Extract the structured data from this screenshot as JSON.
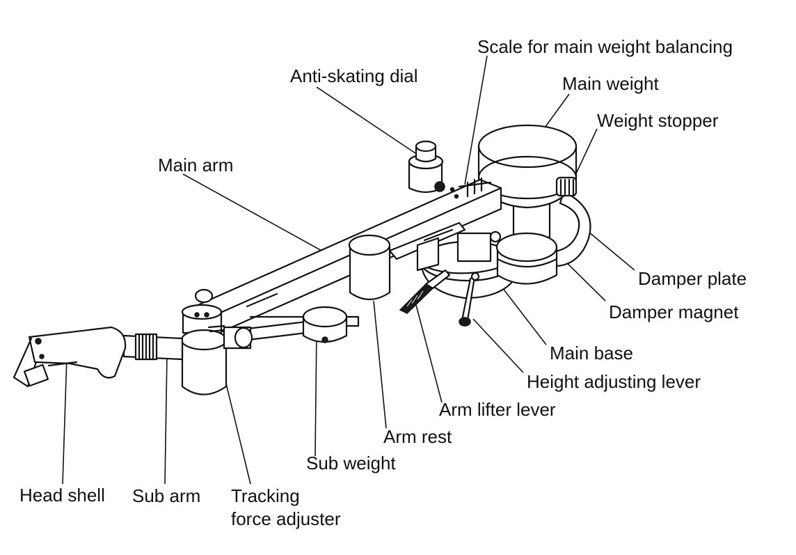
{
  "labels": {
    "scale_for_main_weight_balancing": "Scale for main weight balancing",
    "anti_skating_dial": "Anti-skating dial",
    "main_weight": "Main weight",
    "weight_stopper": "Weight stopper",
    "main_arm": "Main arm",
    "damper_plate": "Damper plate",
    "damper_magnet": "Damper magnet",
    "main_base": "Main base",
    "height_adjusting_lever": "Height adjusting lever",
    "arm_lifter_lever": "Arm lifter lever",
    "arm_rest": "Arm rest",
    "sub_weight": "Sub weight",
    "head_shell": "Head shell",
    "sub_arm": "Sub arm",
    "tracking_force_adjuster_line1": "Tracking",
    "tracking_force_adjuster_line2": "force adjuster"
  },
  "colors": {
    "ink": "#111111",
    "background": "#ffffff"
  }
}
